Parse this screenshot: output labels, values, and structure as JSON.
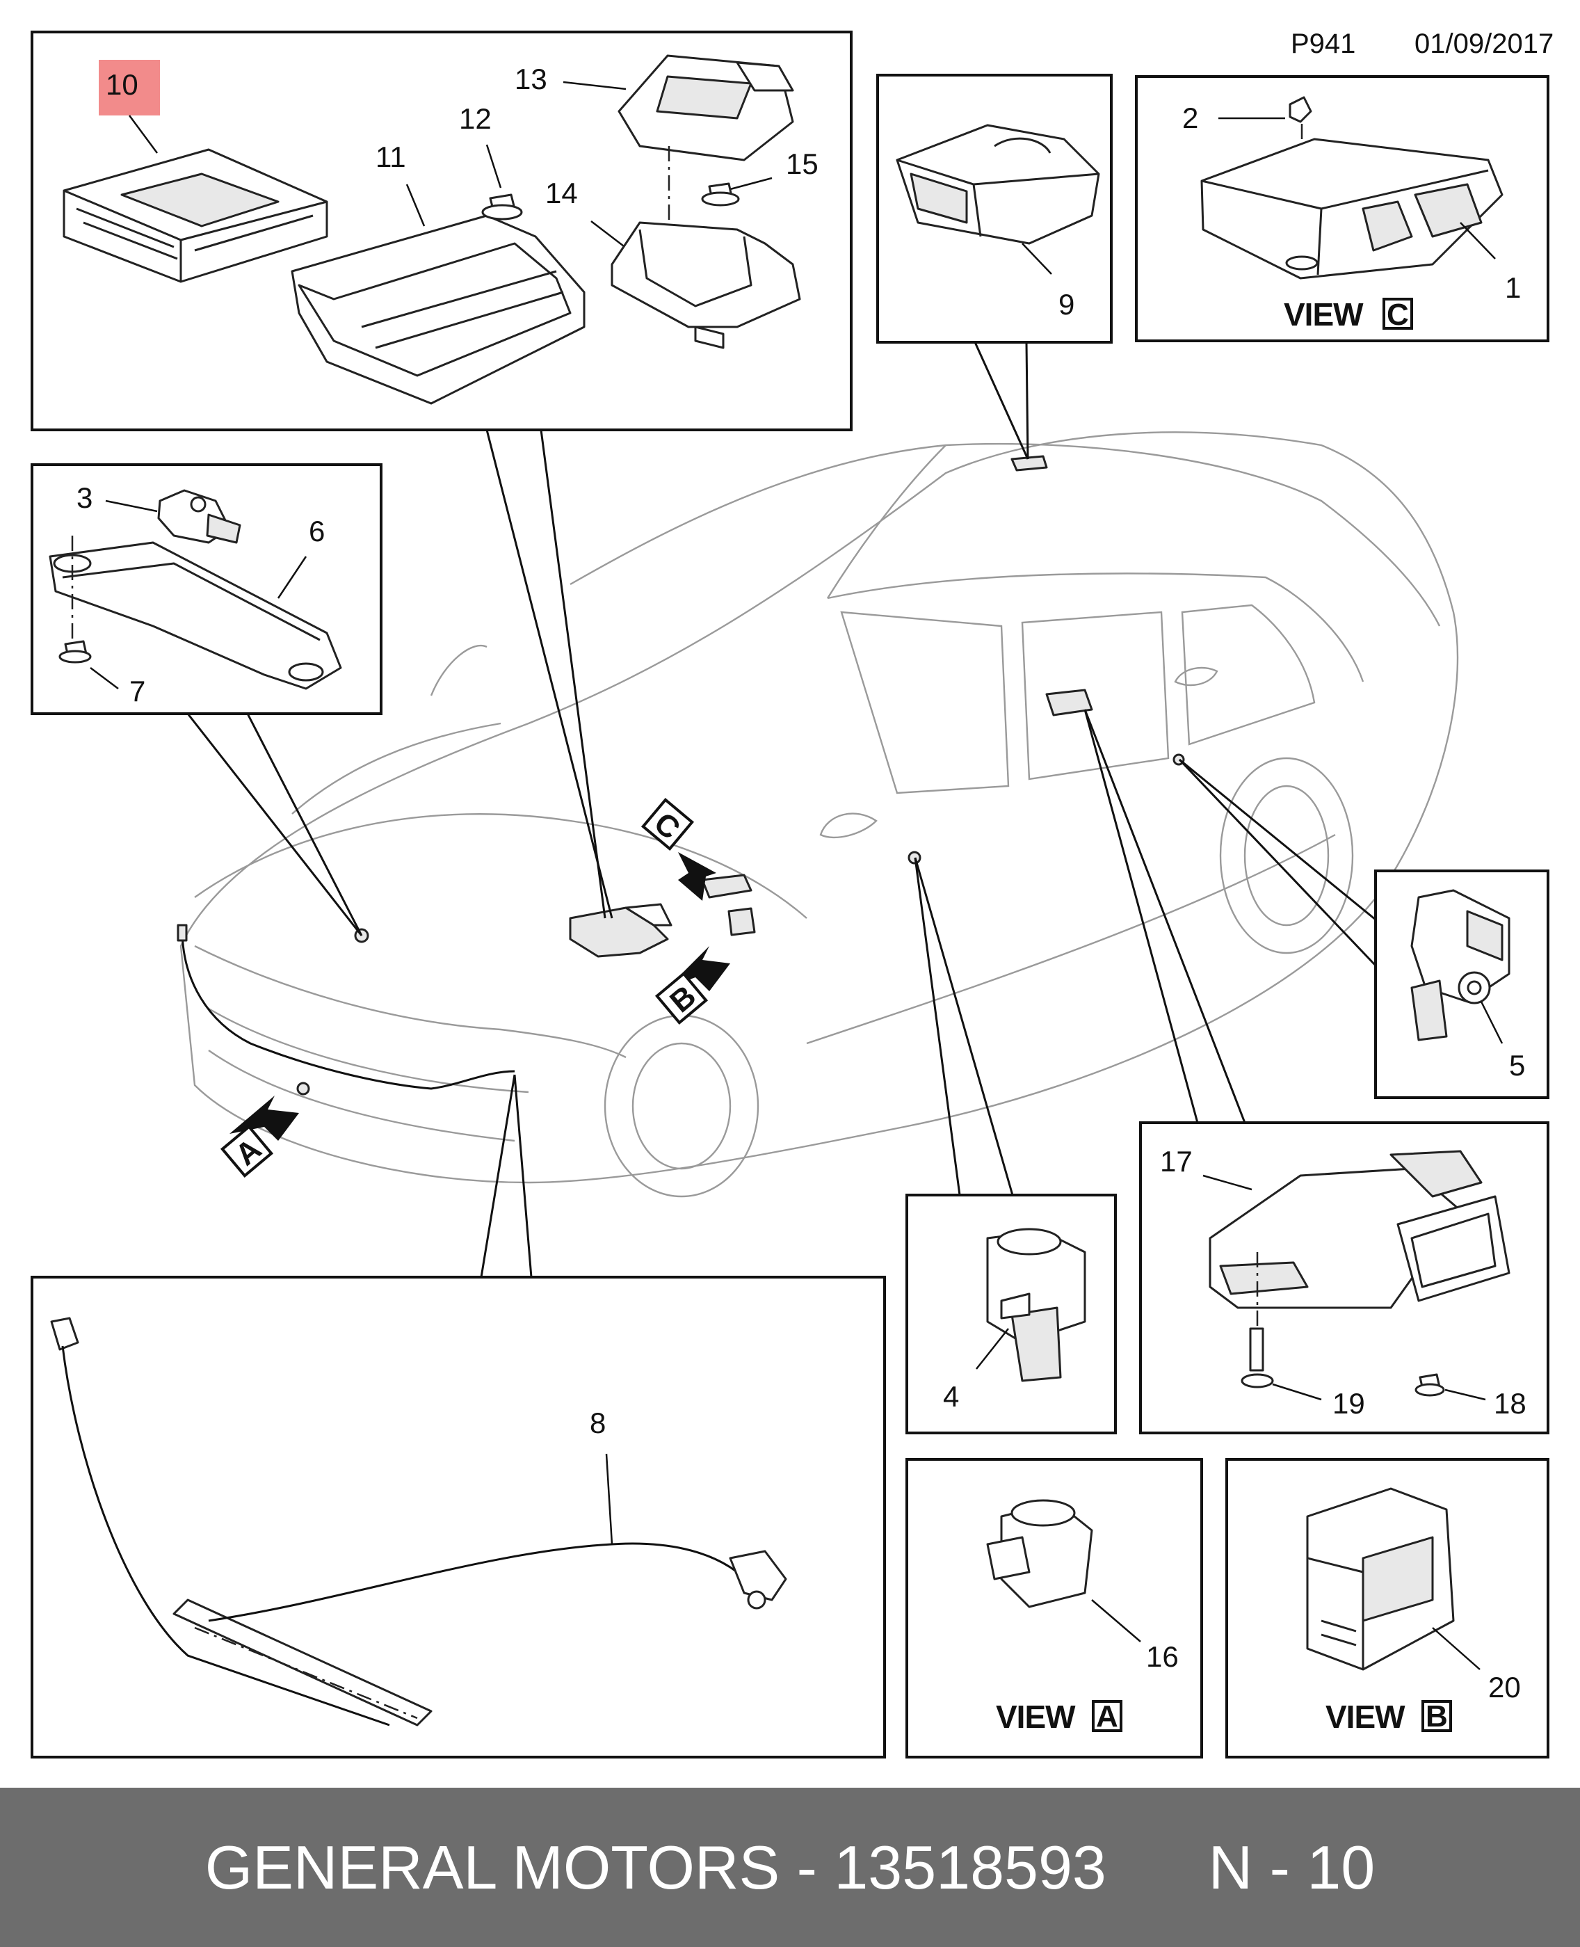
{
  "header": {
    "code": "P941",
    "date": "01/09/2017"
  },
  "callouts": {
    "c1": "1",
    "c2": "2",
    "c3": "3",
    "c4": "4",
    "c5": "5",
    "c6": "6",
    "c7": "7",
    "c8": "8",
    "c9": "9",
    "c10": "10",
    "c11": "11",
    "c12": "12",
    "c13": "13",
    "c14": "14",
    "c15": "15",
    "c16": "16",
    "c17": "17",
    "c18": "18",
    "c19": "19",
    "c20": "20"
  },
  "views": {
    "c": {
      "word": "VIEW",
      "letter": "C"
    },
    "a": {
      "word": "VIEW",
      "letter": "A"
    },
    "b": {
      "word": "VIEW",
      "letter": "B"
    }
  },
  "arrows": {
    "a": "A",
    "b": "B",
    "c": "C"
  },
  "highlight": {
    "part": "10",
    "color": "#f28b8b"
  },
  "footer": {
    "brand": "GENERAL MOTORS",
    "sep": " - ",
    "part_number": "13518593",
    "page": "N - 10"
  }
}
